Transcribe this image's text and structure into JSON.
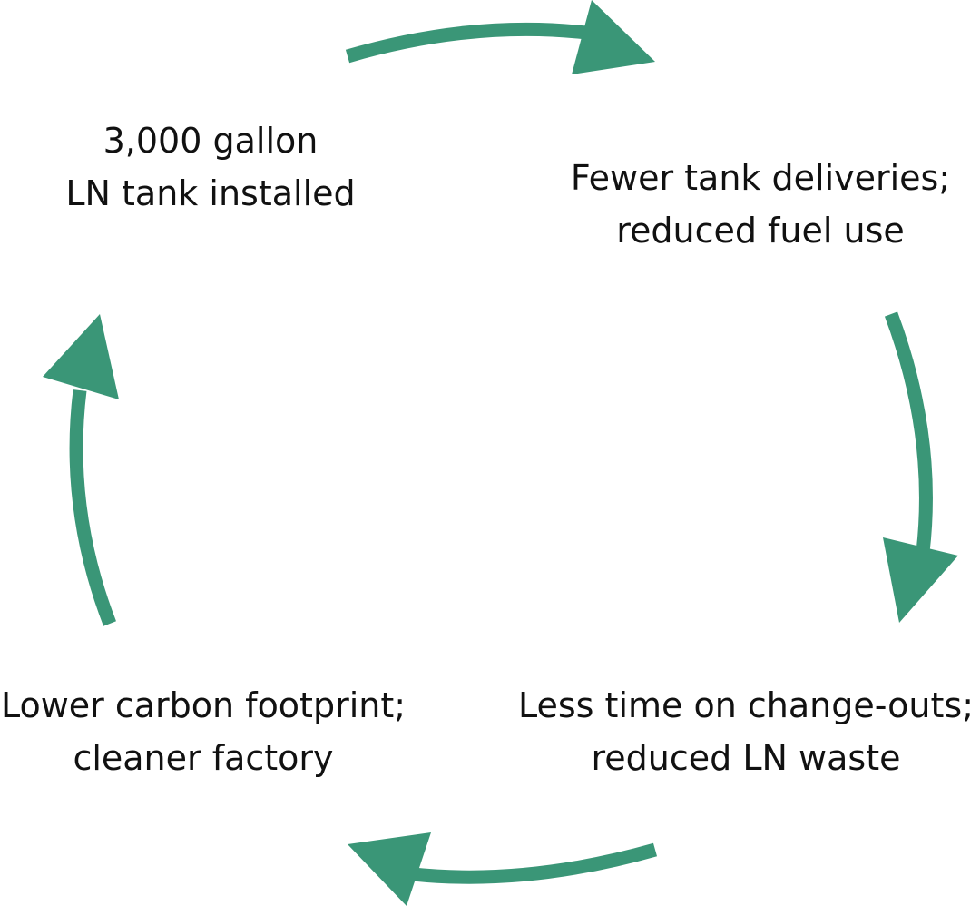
{
  "colors": {
    "arrow": "#3a9677",
    "text": "#111111",
    "background": "#ffffff"
  },
  "cycle": {
    "steps": [
      {
        "line1": "3,000 gallon",
        "line2": "LN tank installed"
      },
      {
        "line1": "Fewer tank deliveries;",
        "line2": "reduced fuel use"
      },
      {
        "line1": "Less time on change-outs;",
        "line2": "reduced LN waste"
      },
      {
        "line1": "Lower carbon footprint;",
        "line2": "cleaner factory"
      }
    ]
  }
}
